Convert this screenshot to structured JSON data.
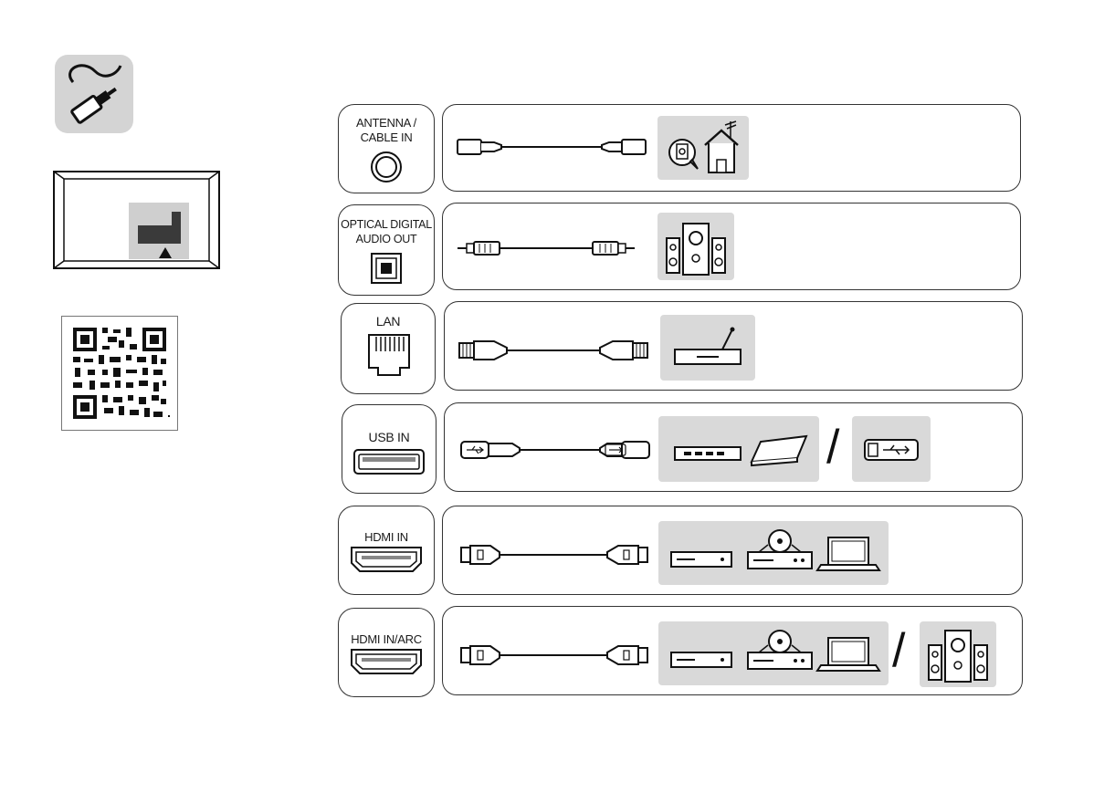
{
  "ports": {
    "antenna": {
      "label_line1": "ANTENNA /",
      "label_line2": "CABLE IN"
    },
    "optical": {
      "label_line1": "OPTICAL DIGITAL",
      "label_line2": "AUDIO OUT"
    },
    "lan": {
      "label": "LAN"
    },
    "usb": {
      "label": "USB IN"
    },
    "hdmi": {
      "label": "HDMI IN"
    },
    "hdmi_arc": {
      "label": "HDMI IN/ARC"
    }
  },
  "separators": {
    "usb_slash": "/",
    "arc_slash": "/"
  },
  "icons": {
    "cable_header": "cable-plug-icon",
    "tv_back": "tv-rear-panel-icon",
    "qr": "qr-code-icon"
  },
  "colors": {
    "panel_gray": "#d9d9d9",
    "stroke": "#1a1a1a",
    "header_bg": "#d4d4d4"
  }
}
